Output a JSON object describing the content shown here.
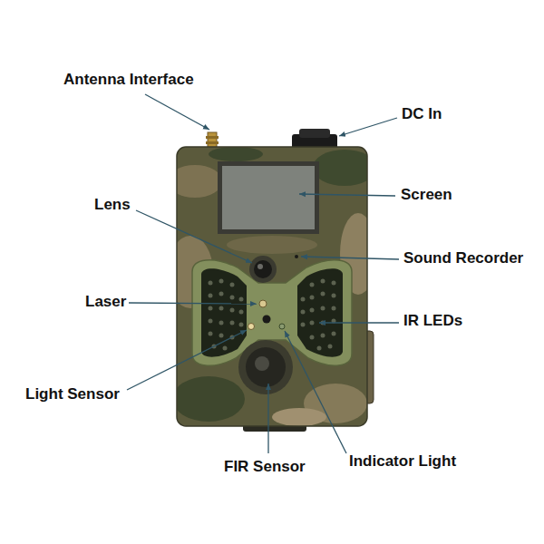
{
  "diagram": {
    "labels": [
      "Antenna Interface",
      "DC In",
      "Lens",
      "Screen",
      "Sound Recorder",
      "Laser",
      "IR LEDs",
      "Light Sensor",
      "FIR Sensor",
      "Indicator Light"
    ]
  }
}
